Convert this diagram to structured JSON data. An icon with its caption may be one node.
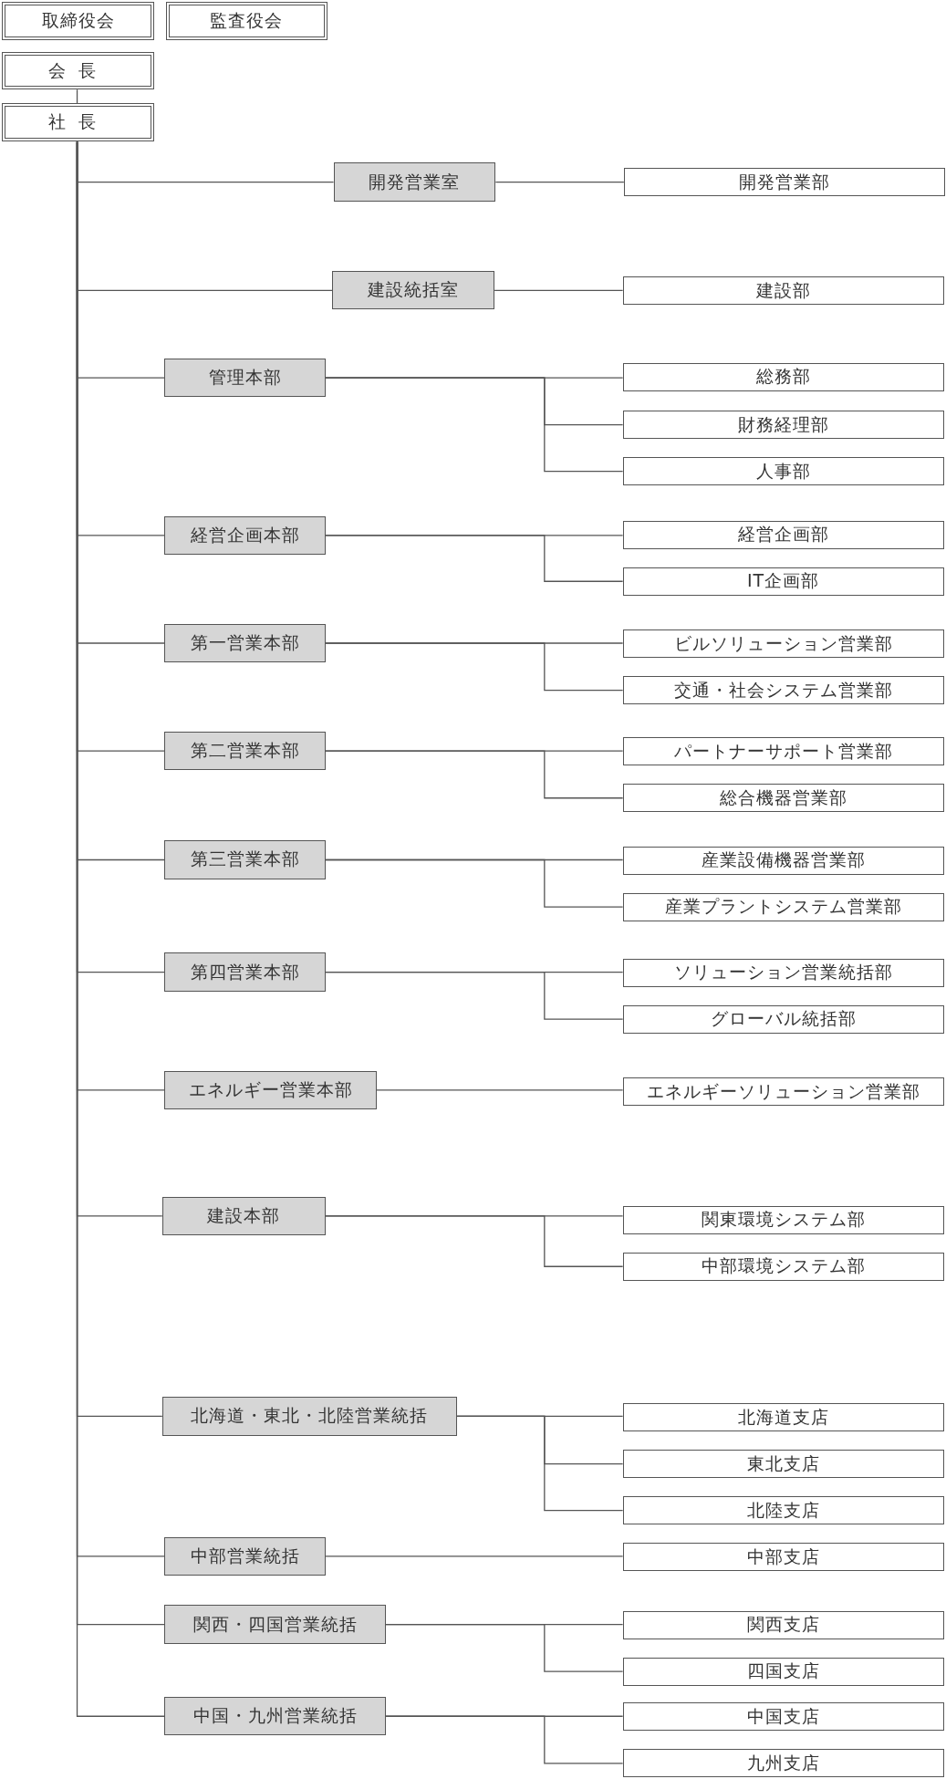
{
  "diagram": {
    "nodes": [
      {
        "text": [
          "取締役会"
        ]
      },
      {
        "text": [
          "監査役会"
        ]
      },
      {
        "text": [
          "会長"
        ]
      },
      {
        "text": [
          "社長"
        ]
      },
      {
        "text": [
          "開発営業室"
        ]
      },
      {
        "text": [
          "開発営業部"
        ]
      },
      {
        "text": [
          "建設統括室"
        ]
      },
      {
        "text": [
          "建設部"
        ]
      },
      {
        "text": [
          "管理本部"
        ]
      },
      {
        "text": [
          "総務部"
        ]
      },
      {
        "text": [
          "財務経理部"
        ]
      },
      {
        "text": [
          "人事部"
        ]
      },
      {
        "text": [
          "経営企画本部"
        ]
      },
      {
        "text": [
          "経営企画部"
        ]
      },
      {
        "text": [
          "IT企画部"
        ]
      },
      {
        "text": [
          "第一営業本部"
        ]
      },
      {
        "text": [
          "ビルソリューション営業部"
        ]
      },
      {
        "text": [
          "交通・社会システム営業部"
        ]
      },
      {
        "text": [
          "第二営業本部"
        ]
      },
      {
        "text": [
          "パートナーサポート営業部"
        ]
      },
      {
        "text": [
          "総合機器営業部"
        ]
      },
      {
        "text": [
          "第三営業本部"
        ]
      },
      {
        "text": [
          "産業設備機器営業部"
        ]
      },
      {
        "text": [
          "産業プラントシステム営業部"
        ]
      },
      {
        "text": [
          "第四営業本部"
        ]
      },
      {
        "text": [
          "ソリューション営業統括部"
        ]
      },
      {
        "text": [
          "グローバル統括部"
        ]
      },
      {
        "text": [
          "エネルギー営業本部"
        ]
      },
      {
        "text": [
          "エネルギーソリューション営業部"
        ]
      },
      {
        "text": [
          "建設本部"
        ]
      },
      {
        "text": [
          "関東環境システム部"
        ]
      },
      {
        "text": [
          "中部環境システム部"
        ]
      },
      {
        "text": [
          "北海道・東北・北陸営業統括"
        ]
      },
      {
        "text": [
          "北海道支店"
        ]
      },
      {
        "text": [
          "東北支店"
        ]
      },
      {
        "text": [
          "北陸支店"
        ]
      },
      {
        "text": [
          "中部営業統括"
        ]
      },
      {
        "text": [
          "中部支店"
        ]
      },
      {
        "text": [
          "関西・四国営業統括"
        ]
      },
      {
        "text": [
          "関西支店"
        ]
      },
      {
        "text": [
          "四国支店"
        ]
      },
      {
        "text": [
          "中国・九州営業統括"
        ]
      },
      {
        "text": [
          "中国支店"
        ]
      },
      {
        "text": [
          "九州支店"
        ]
      }
    ],
    "edges": [
      {
        "from": 2,
        "to": 3,
        "arrow": "none"
      },
      {
        "from": 3,
        "to": 4,
        "arrow": "none"
      },
      {
        "from": 4,
        "to": 5,
        "arrow": "none"
      },
      {
        "from": 3,
        "to": 6,
        "arrow": "none"
      },
      {
        "from": 6,
        "to": 7,
        "arrow": "none"
      },
      {
        "from": 3,
        "to": 8,
        "arrow": "none"
      },
      {
        "from": 8,
        "to": 9,
        "arrow": "none"
      },
      {
        "from": 8,
        "to": 10,
        "arrow": "none"
      },
      {
        "from": 8,
        "to": 11,
        "arrow": "none"
      },
      {
        "from": 3,
        "to": 12,
        "arrow": "none"
      },
      {
        "from": 12,
        "to": 13,
        "arrow": "none"
      },
      {
        "from": 12,
        "to": 14,
        "arrow": "none"
      },
      {
        "from": 3,
        "to": 15,
        "arrow": "none"
      },
      {
        "from": 15,
        "to": 16,
        "arrow": "none"
      },
      {
        "from": 15,
        "to": 17,
        "arrow": "none"
      },
      {
        "from": 3,
        "to": 18,
        "arrow": "none"
      },
      {
        "from": 18,
        "to": 19,
        "arrow": "none"
      },
      {
        "from": 18,
        "to": 20,
        "arrow": "none"
      },
      {
        "from": 3,
        "to": 21,
        "arrow": "none"
      },
      {
        "from": 21,
        "to": 22,
        "arrow": "none"
      },
      {
        "from": 21,
        "to": 23,
        "arrow": "none"
      },
      {
        "from": 3,
        "to": 24,
        "arrow": "none"
      },
      {
        "from": 24,
        "to": 25,
        "arrow": "none"
      },
      {
        "from": 24,
        "to": 26,
        "arrow": "none"
      },
      {
        "from": 3,
        "to": 27,
        "arrow": "none"
      },
      {
        "from": 27,
        "to": 28,
        "arrow": "none"
      },
      {
        "from": 3,
        "to": 29,
        "arrow": "none"
      },
      {
        "from": 29,
        "to": 30,
        "arrow": "none"
      },
      {
        "from": 29,
        "to": 31,
        "arrow": "none"
      },
      {
        "from": 3,
        "to": 32,
        "arrow": "none"
      },
      {
        "from": 32,
        "to": 33,
        "arrow": "none"
      },
      {
        "from": 32,
        "to": 34,
        "arrow": "none"
      },
      {
        "from": 32,
        "to": 35,
        "arrow": "none"
      },
      {
        "from": 3,
        "to": 36,
        "arrow": "none"
      },
      {
        "from": 36,
        "to": 37,
        "arrow": "none"
      },
      {
        "from": 3,
        "to": 38,
        "arrow": "none"
      },
      {
        "from": 38,
        "to": 39,
        "arrow": "none"
      },
      {
        "from": 38,
        "to": 40,
        "arrow": "none"
      },
      {
        "from": 3,
        "to": 41,
        "arrow": "none"
      },
      {
        "from": 41,
        "to": 42,
        "arrow": "none"
      },
      {
        "from": 41,
        "to": 43,
        "arrow": "none"
      }
    ]
  }
}
